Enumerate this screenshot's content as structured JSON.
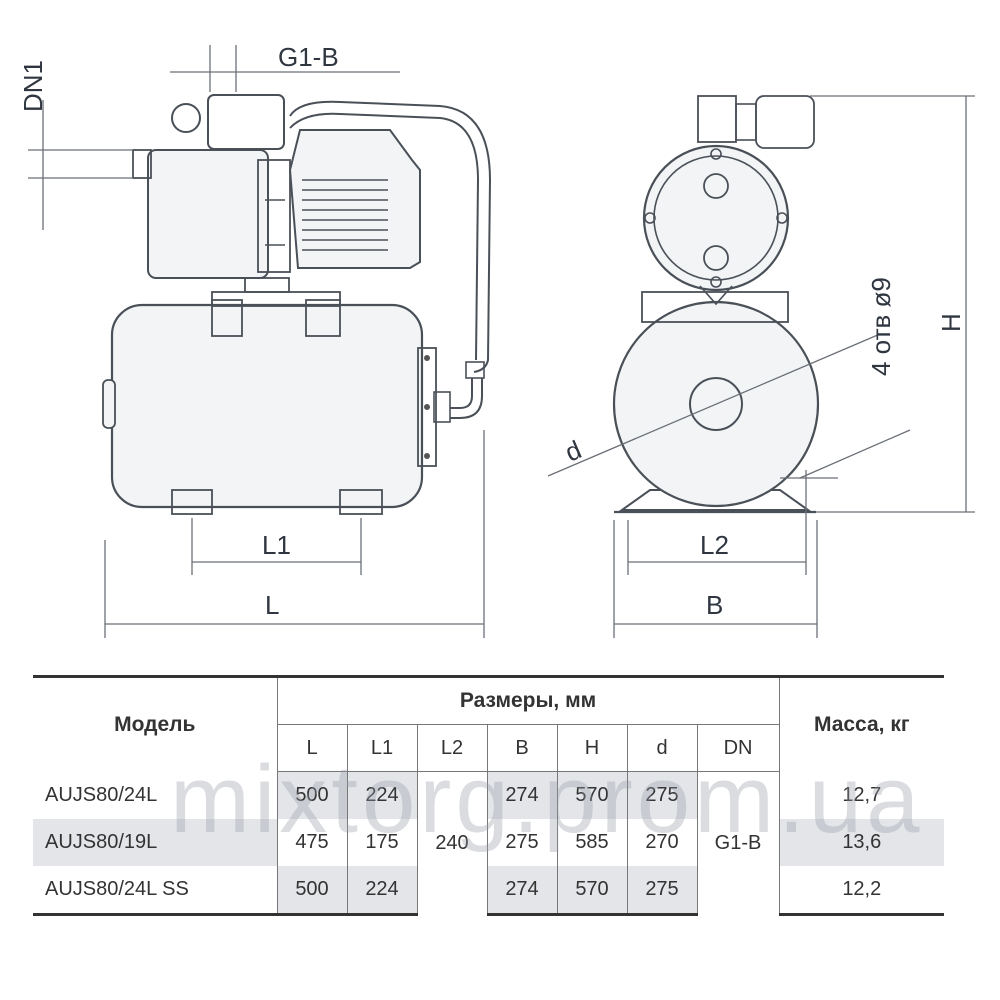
{
  "drawing": {
    "labels": {
      "dn1": "DN1",
      "g1b": "G1-B",
      "l1": "L1",
      "l": "L",
      "l2": "L2",
      "b": "B",
      "h": "H",
      "d": "d",
      "holes": "4 отв  ø9"
    }
  },
  "table": {
    "model_header": "Модель",
    "group_header": "Размеры, мм",
    "mass_header": "Масса, кг",
    "columns": [
      "L",
      "L1",
      "L2",
      "B",
      "H",
      "d",
      "DN"
    ],
    "shared": {
      "l2": "240",
      "dn": "G1-B"
    },
    "rows": [
      {
        "model": "AUJS80/24L",
        "L": "500",
        "L1": "224",
        "B": "274",
        "H": "570",
        "d": "275",
        "mass": "12,7"
      },
      {
        "model": "AUJS80/19L",
        "L": "475",
        "L1": "175",
        "B": "275",
        "H": "585",
        "d": "270",
        "mass": "13,6"
      },
      {
        "model": "AUJS80/24L SS",
        "L": "500",
        "L1": "224",
        "B": "274",
        "H": "570",
        "d": "275",
        "mass": "12,2"
      }
    ]
  },
  "watermark": "mixtorg.prom.ua"
}
